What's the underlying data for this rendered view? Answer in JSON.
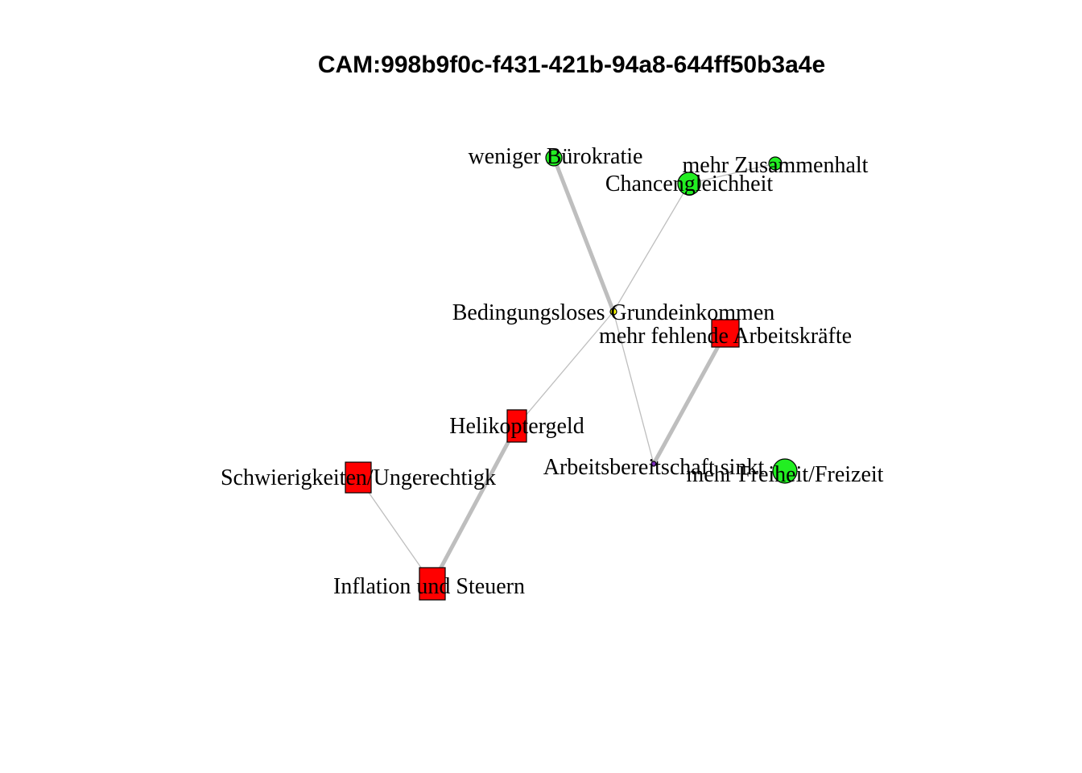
{
  "title": "CAM:998b9f0c-f431-421b-94a8-644ff50b3a4e",
  "colors": {
    "positive": "#22ee22",
    "negative": "#ff0000",
    "neutral": "#ffff00",
    "ambivalent": "#7b2cbf",
    "edge": "#bebebe"
  },
  "nodes": [
    {
      "id": "bge",
      "label": "Bedingungsloses Grundeinkommen",
      "valence": "neutral",
      "shape": "dot"
    },
    {
      "id": "buerokratie",
      "label": "weniger Bürokratie",
      "valence": "positive",
      "shape": "circle"
    },
    {
      "id": "zusammenhalt",
      "label": "mehr Zusammenhalt",
      "valence": "positive",
      "shape": "circle"
    },
    {
      "id": "chancen",
      "label": "Chancengleichheit",
      "valence": "positive",
      "shape": "circle"
    },
    {
      "id": "arbeitskraefte",
      "label": "mehr fehlende Arbeitskräfte",
      "valence": "negative",
      "shape": "square"
    },
    {
      "id": "helikopter",
      "label": "Helikoptergeld",
      "valence": "negative",
      "shape": "square"
    },
    {
      "id": "bereitschaft",
      "label": "Arbeitsbereitschaft sinkt",
      "valence": "ambivalent",
      "shape": "dot"
    },
    {
      "id": "freiheit",
      "label": "mehr Freiheit/Freizeit",
      "valence": "positive",
      "shape": "circle"
    },
    {
      "id": "schwierigkeiten",
      "label": "Schwierigkeiten/Ungerechtigk",
      "valence": "negative",
      "shape": "square"
    },
    {
      "id": "inflation",
      "label": "Inflation und Steuern",
      "valence": "negative",
      "shape": "square"
    }
  ],
  "edges": [
    {
      "from": "bge",
      "to": "buerokratie",
      "weight": "strong"
    },
    {
      "from": "bge",
      "to": "chancen",
      "weight": "weak"
    },
    {
      "from": "chancen",
      "to": "zusammenhalt",
      "weight": "weak"
    },
    {
      "from": "bge",
      "to": "helikopter",
      "weight": "weak"
    },
    {
      "from": "bge",
      "to": "bereitschaft",
      "weight": "weak"
    },
    {
      "from": "bereitschaft",
      "to": "arbeitskraefte",
      "weight": "strong"
    },
    {
      "from": "helikopter",
      "to": "inflation",
      "weight": "strong"
    },
    {
      "from": "schwierigkeiten",
      "to": "inflation",
      "weight": "weak"
    }
  ]
}
